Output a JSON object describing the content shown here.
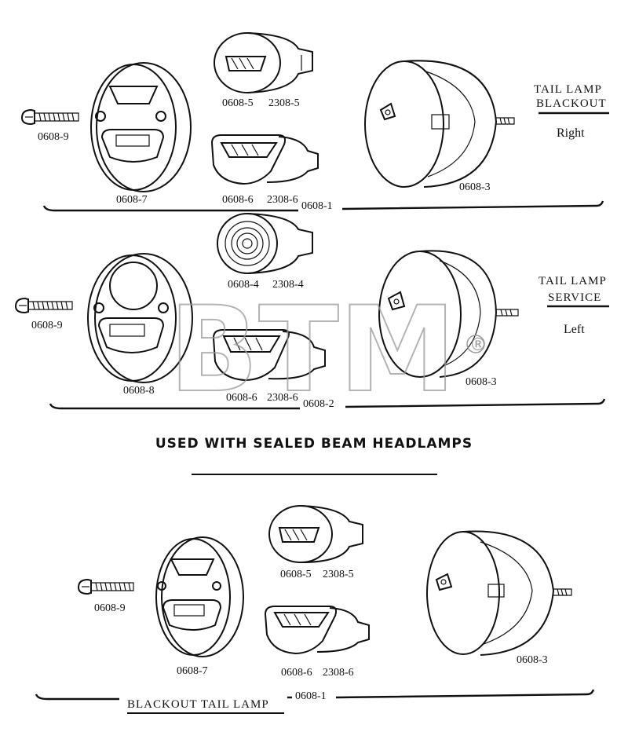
{
  "heading": "USED WITH SEALED BEAM HEADLAMPS",
  "watermark": {
    "text": "BTM",
    "mark": "®"
  },
  "sections": [
    {
      "side_title_1": "TAIL LAMP",
      "side_title_2": "BLACKOUT",
      "side_note": "Right",
      "labels": {
        "screw": "0608-9",
        "body": "0608-7",
        "upper_lens": "0608-5",
        "upper_socket": "2308-5",
        "lower_lens": "0608-6",
        "lower_socket": "2308-6",
        "assembly": "0608-1",
        "housing": "0608-3"
      }
    },
    {
      "side_title_1": "TAIL LAMP",
      "side_title_2": "SERVICE",
      "side_note": "Left",
      "labels": {
        "screw": "0608-9",
        "body": "0608-8",
        "upper_lens": "0608-4",
        "upper_socket": "2308-4",
        "lower_lens": "0608-6",
        "lower_socket": "2308-6",
        "assembly": "0608-2",
        "housing": "0608-3"
      }
    },
    {
      "bottom_title": "BLACKOUT TAIL LAMP",
      "labels": {
        "screw": "0608-9",
        "body": "0608-7",
        "upper_lens": "0608-5",
        "upper_socket": "2308-5",
        "lower_lens": "0608-6",
        "lower_socket": "2308-6",
        "assembly": "0608-1",
        "housing": "0608-3"
      }
    }
  ]
}
